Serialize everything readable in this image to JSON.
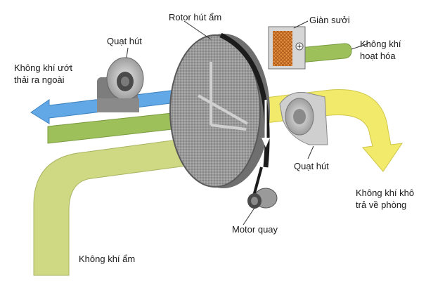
{
  "labels": {
    "rotor": "Rotor hút ẩm",
    "heater": "Giàn sưởi",
    "fan_top": "Quạt hút",
    "wet_air_out": "Không khí ướt\nthải ra ngoài",
    "activated_air": "Không khí\nhoạt hóa",
    "fan_right": "Quạt hút",
    "dry_air_return": "Không khí khô\ntrả về phòng",
    "motor": "Motor quay",
    "humid_air": "Không khí ẩm"
  },
  "colors": {
    "humid_air_flow": "#cfd883",
    "activation_flow": "#9dc05a",
    "wet_exhaust_flow": "#62a8e6",
    "dry_air_flow": "#f1ea6a",
    "rotor_face": "#8d8d8d",
    "rotor_belt": "#1c1c1c",
    "heater_grid": "#c96a1e"
  }
}
